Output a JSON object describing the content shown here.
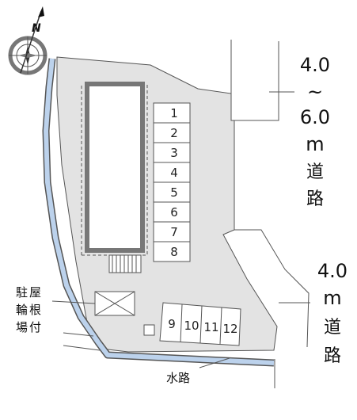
{
  "compass": {
    "north_letter": "N",
    "icon": "compass-rose-icon"
  },
  "road_north": {
    "width_top": "4.0",
    "tilde": "~",
    "width_bottom": "6.0",
    "unit": "m",
    "label_1": "道",
    "label_2": "路"
  },
  "road_east": {
    "width": "4.0",
    "unit": "m",
    "label_1": "道",
    "label_2": "路"
  },
  "waterway": {
    "label": "水路"
  },
  "bike_parking": {
    "line1": "駐屋",
    "line2": "輪根",
    "line3": "場付"
  },
  "parking_spaces": [
    "1",
    "2",
    "3",
    "4",
    "5",
    "6",
    "7",
    "8",
    "9",
    "10",
    "11",
    "12"
  ],
  "colors": {
    "lot": "#e3e3e3",
    "water": "#bcd2ec",
    "building": "#777777",
    "line": "#555555"
  }
}
